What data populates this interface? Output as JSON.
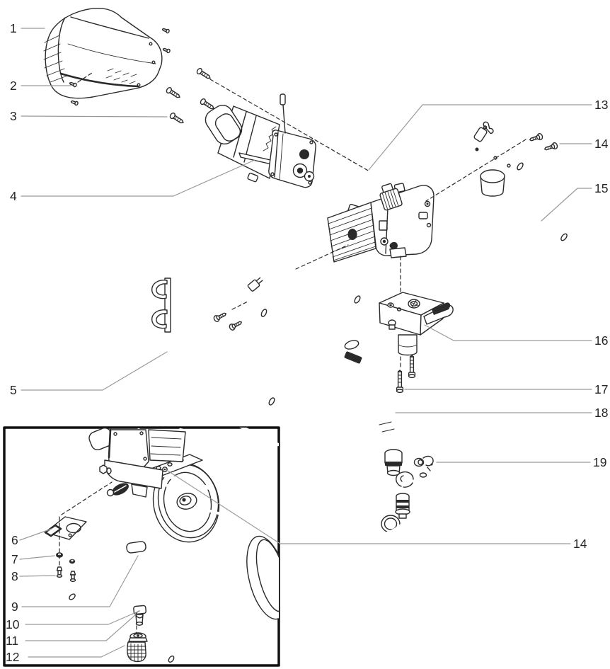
{
  "diagram": {
    "type": "exploded-parts-diagram",
    "background_color": "#ffffff",
    "line_color": "#2a2a2a",
    "leader_line_color": "#9a9a9a",
    "label_color": "#262626",
    "callouts": {
      "c1": "1",
      "c2": "2",
      "c3": "3",
      "c4": "4",
      "c5": "5",
      "c6": "6",
      "c7": "7",
      "c8": "8",
      "c9": "9",
      "c10": "10",
      "c11": "11",
      "c12": "12",
      "c13": "13",
      "c14_top": "14",
      "c15": "15",
      "c16": "16",
      "c17": "17",
      "c18": "18",
      "c19": "19",
      "c14_bottom": "14"
    }
  }
}
